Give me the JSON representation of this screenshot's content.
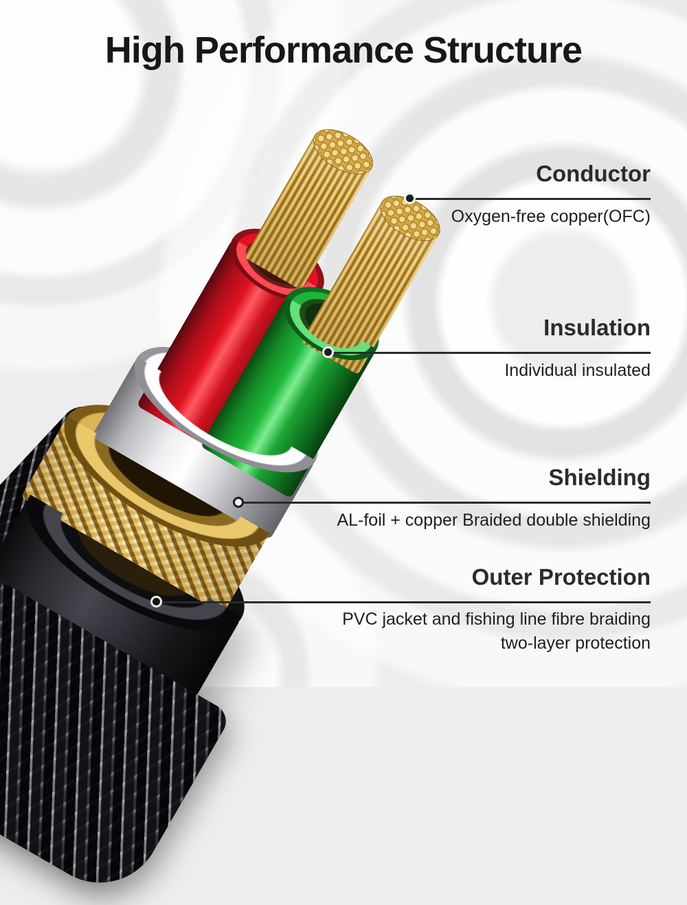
{
  "title": "High Performance Structure",
  "callouts": {
    "conductor": {
      "heading": "Conductor",
      "description": "Oxygen-free copper(OFC)"
    },
    "insulation": {
      "heading": "Insulation",
      "description": "Individual insulated"
    },
    "shielding": {
      "heading": "Shielding",
      "description": "AL-foil + copper Braided double shielding"
    },
    "outer_protection": {
      "heading": "Outer Protection",
      "description_line1": "PVC jacket and fishing line fibre braiding",
      "description_line2": "two-layer protection"
    }
  },
  "cable": {
    "layers": [
      {
        "name": "copper-strands",
        "color": "#d9ae4a"
      },
      {
        "name": "red-insulation",
        "color": "#d8121f"
      },
      {
        "name": "green-insulation",
        "color": "#1ea832"
      },
      {
        "name": "al-foil",
        "color": "#e9e9ec"
      },
      {
        "name": "copper-braid",
        "color": "#c89a3a"
      },
      {
        "name": "pvc-jacket",
        "color": "#1a1a1e"
      },
      {
        "name": "fibre-braiding",
        "color": "#101013"
      }
    ]
  },
  "colors": {
    "background": "#ededed",
    "text": "#1f1f1f",
    "leader_line": "#2b2b2b"
  }
}
